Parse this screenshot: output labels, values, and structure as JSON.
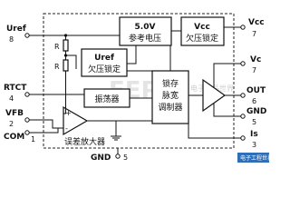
{
  "pins": {
    "uref": {
      "label": "Uref",
      "num": "8"
    },
    "vcc_top": {
      "label": "Vcc",
      "num": "7"
    },
    "vc": {
      "label": "Vc",
      "num": "7"
    },
    "out": {
      "label": "OUT",
      "num": "6"
    },
    "gnd_right": {
      "label": "GND",
      "num": "5"
    },
    "is": {
      "label": "Is",
      "num": "3"
    },
    "rtct": {
      "label": "RTCT",
      "num": "4"
    },
    "vfb": {
      "label": "VFB",
      "num": "2"
    },
    "com": {
      "label": "COM",
      "num": "1"
    },
    "gnd_bottom": {
      "label": "GND",
      "num": "5"
    }
  },
  "blocks": {
    "ref_5v": {
      "line1": "5.0V",
      "line2": "参考电压"
    },
    "vcc_uvlo": {
      "line1": "Vcc",
      "line2": "欠压锁定"
    },
    "uref_uvlo": {
      "line1": "Uref",
      "line2": "欠压锁定"
    },
    "oscillator": {
      "label": "振荡器"
    },
    "pwm": {
      "line1": "锁存",
      "line2": "脉宽",
      "line3": "调制器"
    },
    "error_amp": {
      "label": "误差放大器"
    }
  },
  "resistors": {
    "r1": "R",
    "r2": "R"
  },
  "op_signs": {
    "plus": "+",
    "minus": "-"
  },
  "watermark": {
    "main": "EEPW",
    "sub": "电子产品世界",
    "logo": "电子工程世界"
  }
}
